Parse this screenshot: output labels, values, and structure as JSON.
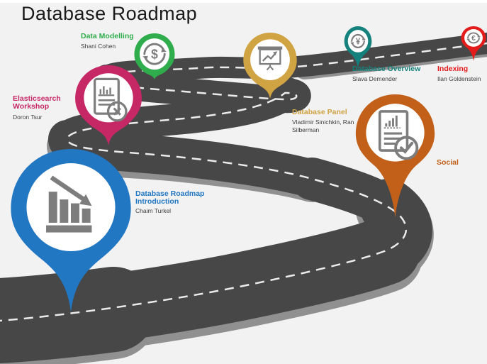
{
  "title": "Database Roadmap",
  "colors": {
    "background": "#f2f2f2",
    "icon_gray": "#7d7d7d",
    "person_text": "#3f3f3f",
    "title_text": "#1a1a1a"
  },
  "road": {
    "asphalt": "#474747",
    "edge": "#909090",
    "dash": "#ebebeb"
  },
  "milestones": [
    {
      "label": "Elasticsearch Workshop",
      "person": "Doron Tsur",
      "color": "#c62866",
      "icon": "chart-document-error-icon"
    },
    {
      "label": "Data Modelling",
      "person": "Shani Cohen",
      "color": "#2fad4d",
      "icon": "dollar-cycle-icon"
    },
    {
      "label": "Database Roadmap Introduction",
      "person": "Chaim Turkel",
      "color": "#2277c3",
      "icon": "declining-bar-chart-icon"
    },
    {
      "label": "Database Panel",
      "person": "Vladimir Sinichkin, Ran Silberman",
      "color": "#d0a343",
      "icon": "presentation-graph-icon"
    },
    {
      "label": "Database Overview",
      "person": "Slava Demender",
      "color": "#15817c",
      "icon": "yen-cycle-icon"
    },
    {
      "label": "Indexing",
      "person": "Ilan Goldenstein",
      "color": "#e31b1b",
      "icon": "euro-cycle-icon"
    },
    {
      "label": "Social",
      "person": "",
      "color": "#c2601a",
      "icon": "report-check-icon"
    }
  ]
}
